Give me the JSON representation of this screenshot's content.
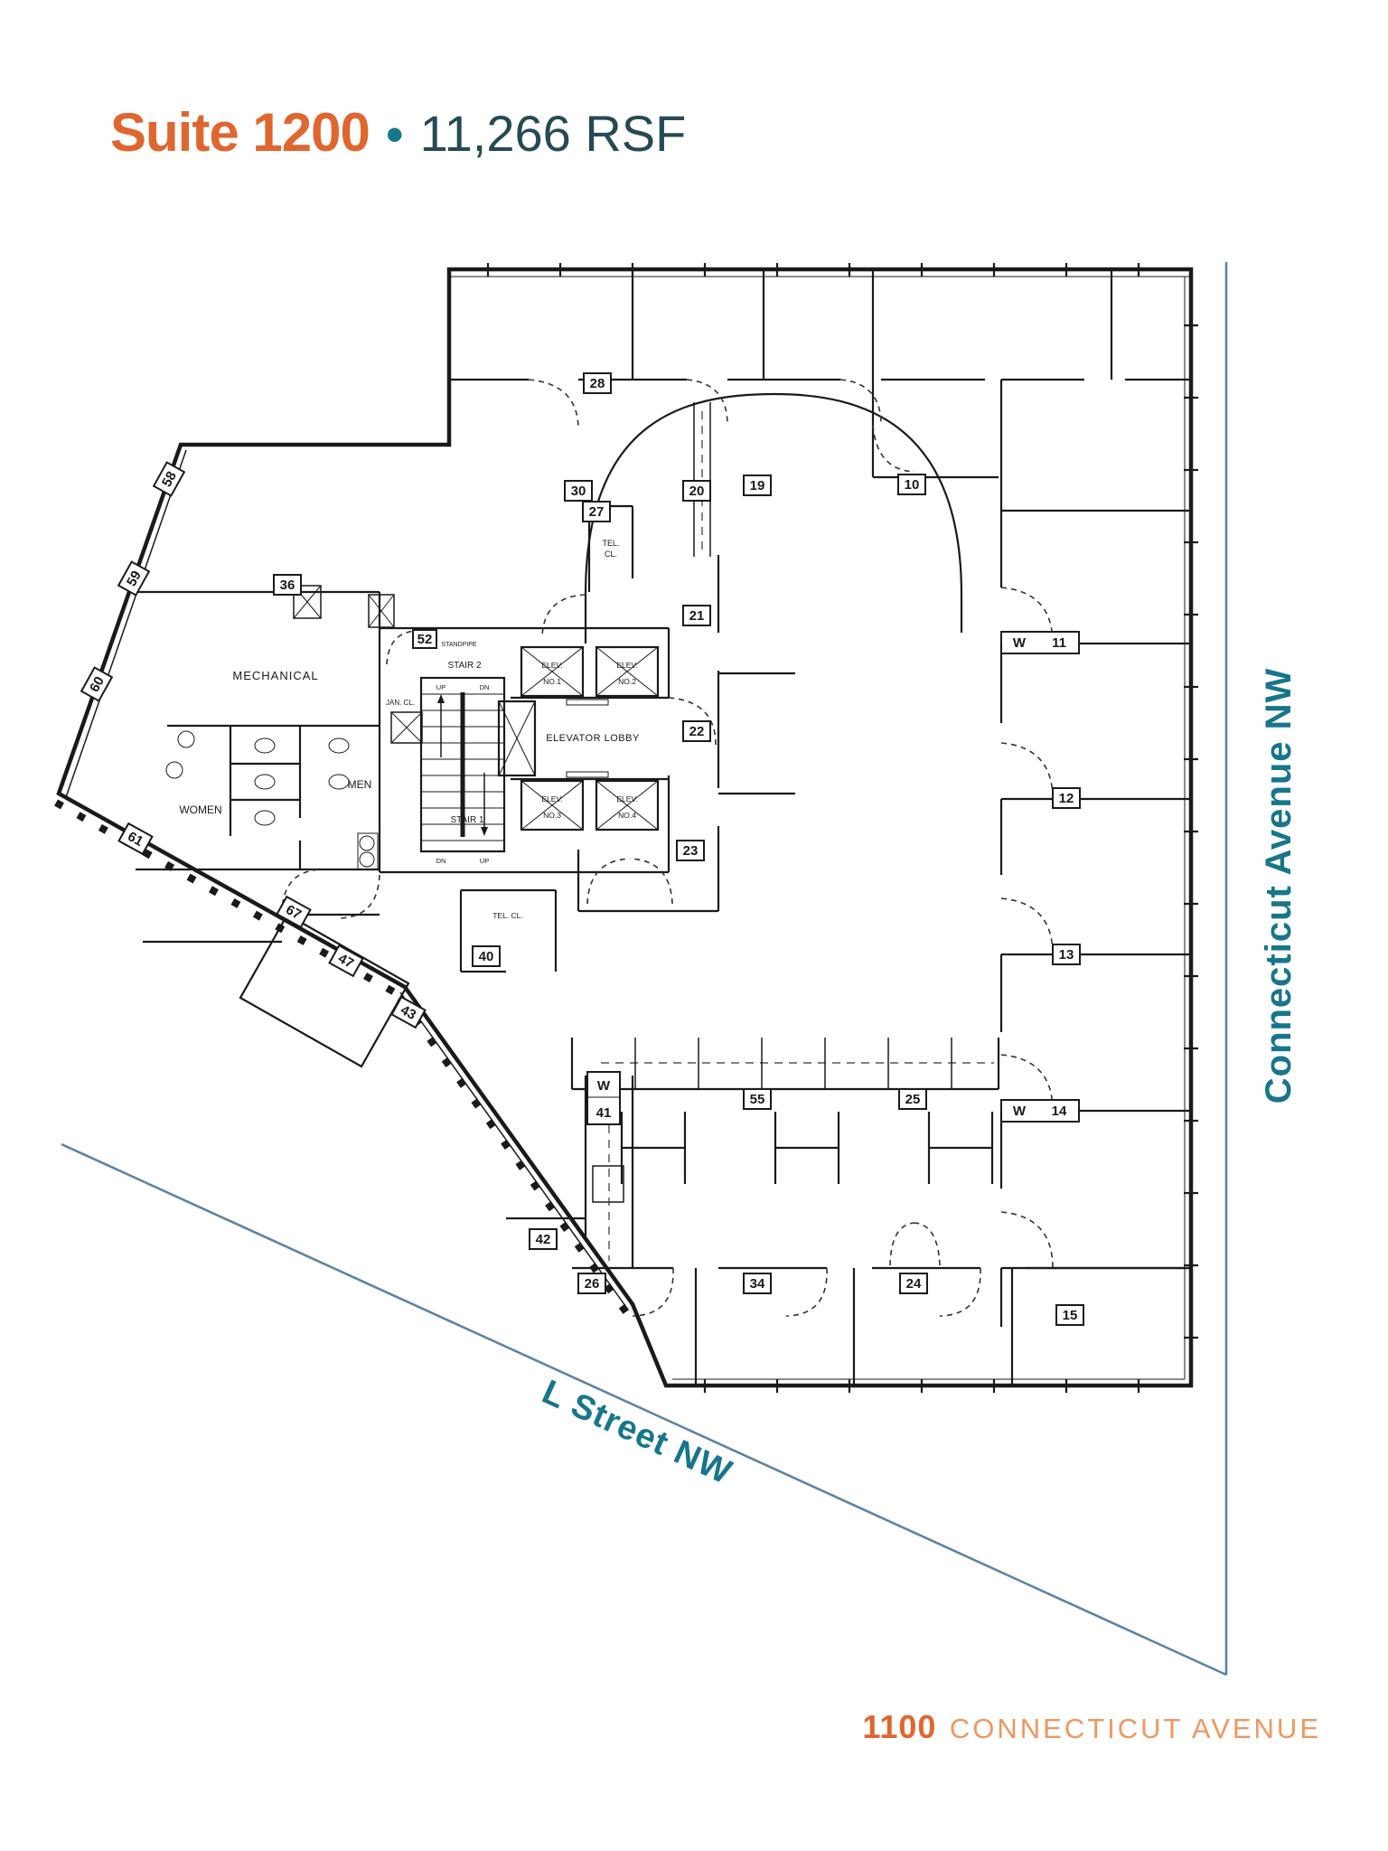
{
  "header": {
    "suite": "Suite 1200",
    "separator": "•",
    "area": "11,266 RSF"
  },
  "streets": {
    "right": "Connecticut Avenue NW",
    "bottom": "L Street NW"
  },
  "footer": {
    "number": "1100",
    "street": "CONNECTICUT AVENUE"
  },
  "colors": {
    "orange": "#E0662F",
    "orange_light": "#EE9760",
    "teal": "#17768B",
    "dark_teal": "#264A55",
    "street_line": "#5B84A6",
    "wall": "#1A1A1A"
  },
  "floor_plan": {
    "labels": {
      "mechanical": "MECHANICAL",
      "women": "WOMEN",
      "men": "MEN",
      "jan": "JAN. CL.",
      "tel1a": "TEL.",
      "tel1b": "CL.",
      "tel2": "TEL. CL.",
      "lobby": "ELEVATOR LOBBY",
      "stair1": "STAIR 1",
      "stair2": "STAIR 2",
      "standpipe": "STANDPIPE",
      "elev": "ELEV.",
      "no1": "NO.1",
      "no2": "NO.2",
      "no3": "NO.3",
      "no4": "NO.4",
      "up": "UP",
      "dn": "DN"
    },
    "rooms": [
      "58",
      "59",
      "60",
      "61",
      "67",
      "36",
      "52",
      "27",
      "28",
      "19",
      "10",
      "30",
      "20",
      "21",
      "22",
      "23",
      "W",
      "11",
      "12",
      "13",
      "W",
      "14",
      "15",
      "55",
      "25",
      "26",
      "34",
      "24",
      "40",
      "47",
      "W",
      "41",
      "42",
      "43"
    ]
  }
}
